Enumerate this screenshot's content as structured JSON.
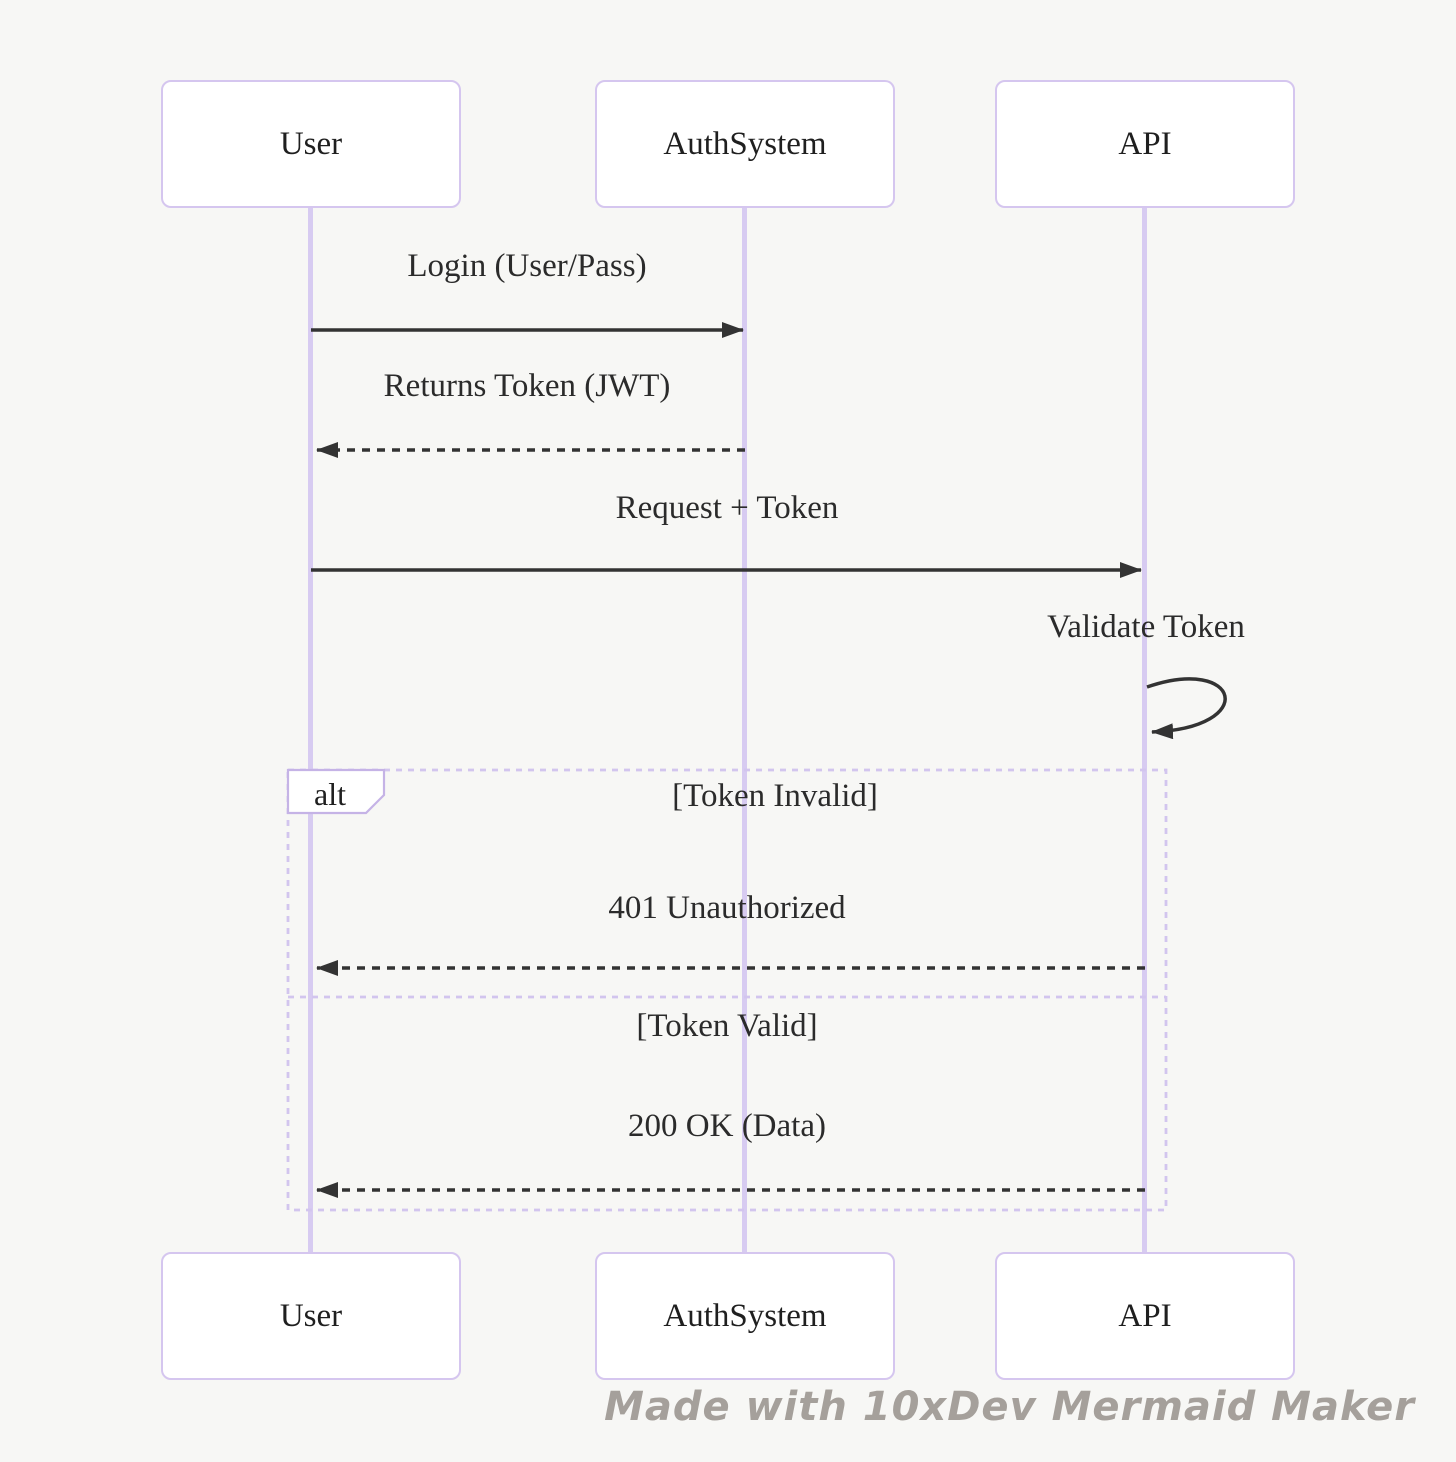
{
  "diagram": {
    "type": "sequence",
    "actors": [
      {
        "id": "user",
        "label": "User"
      },
      {
        "id": "authsystem",
        "label": "AuthSystem"
      },
      {
        "id": "api",
        "label": "API"
      }
    ],
    "messages": [
      {
        "from": "User",
        "to": "AuthSystem",
        "label": "Login (User/Pass)",
        "line": "solid"
      },
      {
        "from": "AuthSystem",
        "to": "User",
        "label": "Returns Token (JWT)",
        "line": "dashed"
      },
      {
        "from": "User",
        "to": "API",
        "label": "Request + Token",
        "line": "solid"
      },
      {
        "from": "API",
        "to": "API",
        "label": "Validate Token",
        "line": "self-loop"
      }
    ],
    "alt_block": {
      "operator": "alt",
      "branches": [
        {
          "guard": "[Token Invalid]",
          "message": {
            "from": "API",
            "to": "User",
            "label": "401 Unauthorized",
            "line": "dashed"
          }
        },
        {
          "guard": "[Token Valid]",
          "message": {
            "from": "API",
            "to": "User",
            "label": "200 OK (Data)",
            "line": "dashed"
          }
        }
      ]
    }
  },
  "colors": {
    "background": "#f7f7f5",
    "actor_fill": "#ffffff",
    "actor_border": "#d5c6ef",
    "lifeline": "#d7cbf1",
    "frame_border": "#d2c5ee",
    "alt_label_border": "#c5b3e6",
    "arrow": "#333333",
    "text": "#2b2b2b",
    "watermark_text": "#a5a09b"
  },
  "watermark": {
    "text": "Made with 10xDev Mermaid Maker"
  }
}
